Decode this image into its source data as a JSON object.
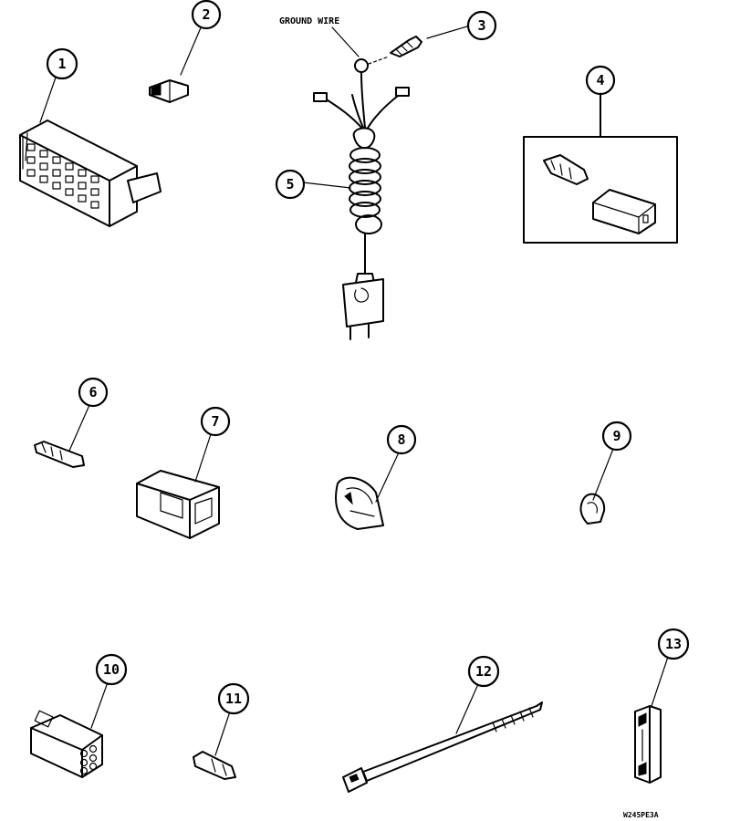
{
  "callouts": [
    "1",
    "2",
    "3",
    "4",
    "5",
    "6",
    "7",
    "8",
    "9",
    "10",
    "11",
    "12",
    "13"
  ],
  "labels": {
    "ground_wire": "GROUND WIRE"
  },
  "drawing_code": "W245PE3A"
}
